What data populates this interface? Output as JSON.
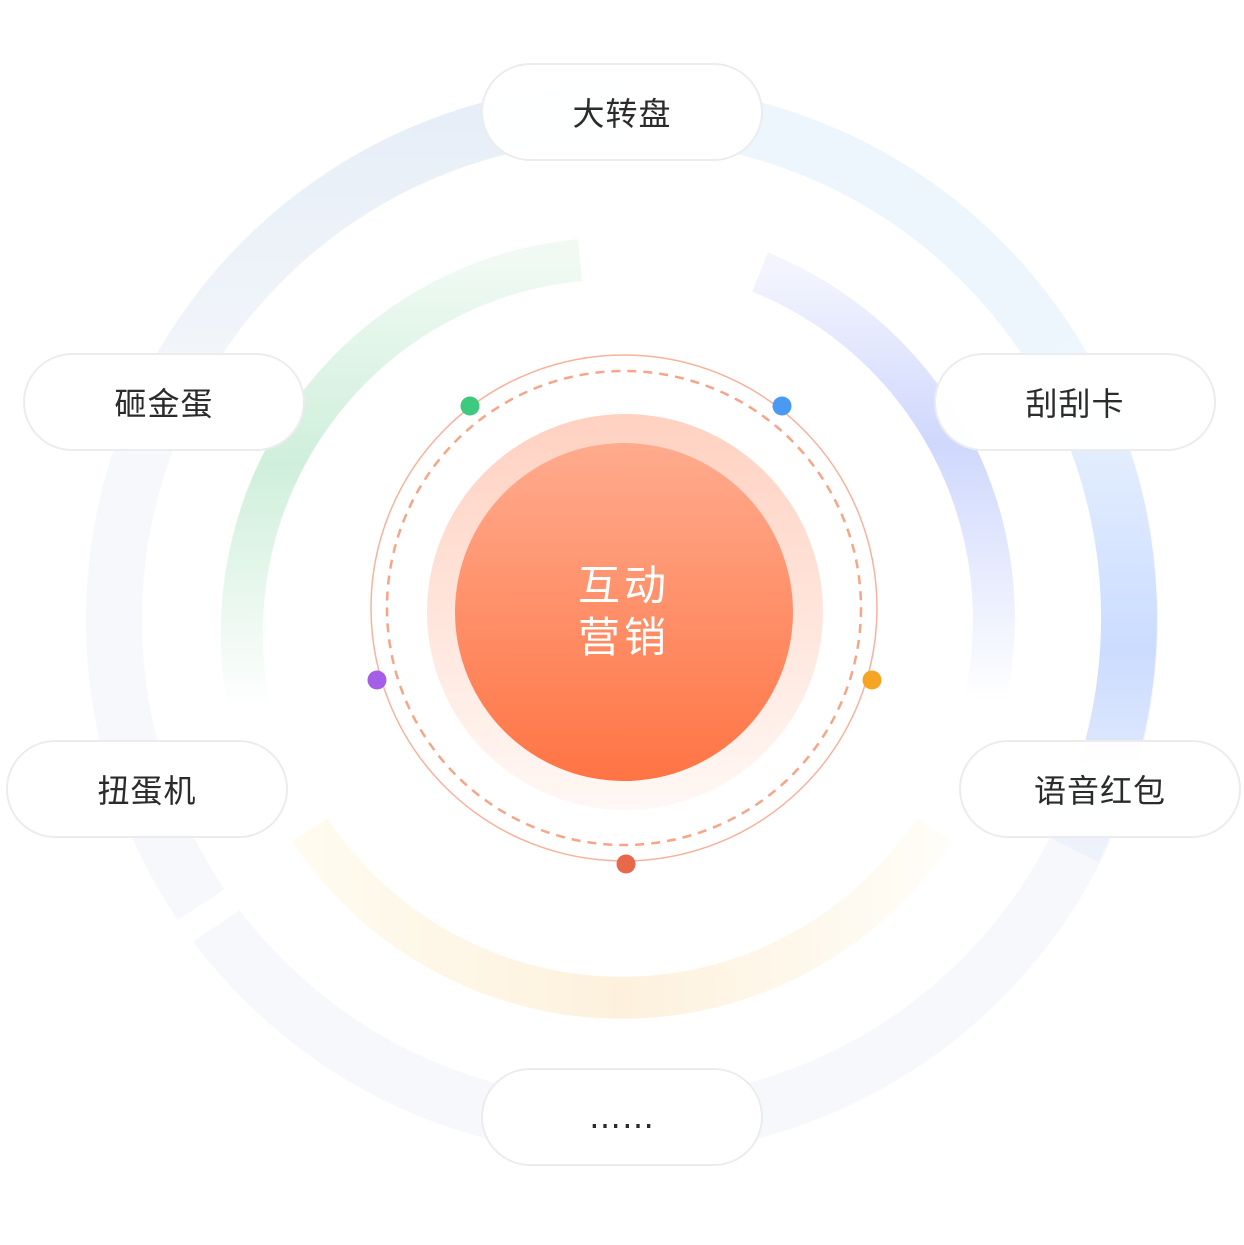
{
  "center": {
    "line1": "互动",
    "line2": "营销"
  },
  "items": [
    "大转盘",
    "刮刮卡",
    "语音红包",
    "……",
    "扭蛋机",
    "砸金蛋"
  ],
  "colors": {
    "accent_top": "#ffab8e",
    "accent_bottom": "#ff7444",
    "dot_green": "#3dc97e",
    "dot_blue": "#4a9af5",
    "dot_orange": "#f5a524",
    "dot_purple": "#a55ee8",
    "dot_red": "#e8694a"
  }
}
